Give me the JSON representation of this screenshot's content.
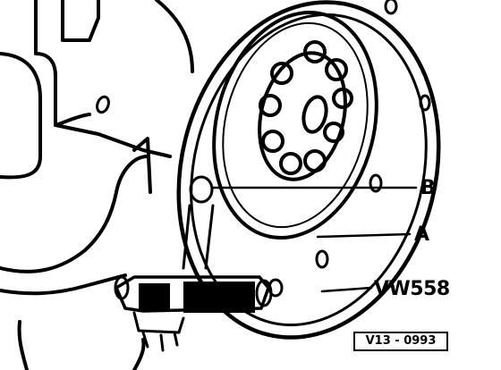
{
  "callouts": {
    "b": "B",
    "a": "A",
    "tool": "VW558"
  },
  "figure_ref": "V13 - 0993",
  "colors": {
    "ink": "#000000",
    "paper": "#ffffff"
  }
}
